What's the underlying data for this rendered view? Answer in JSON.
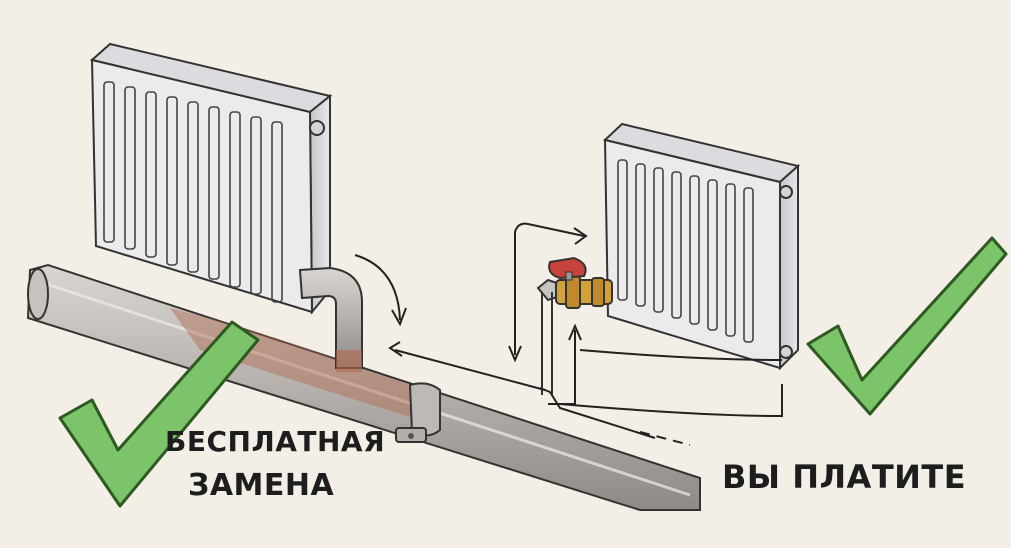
{
  "labels": {
    "free_replacement_line1": "БЕСПЛАТНАЯ",
    "free_replacement_line2": "ЗАМЕНА",
    "you_pay": "ВЫ ПЛАТИТЕ"
  },
  "colors": {
    "background": "#f4efe6",
    "check_fill": "#7cc46a",
    "check_stroke": "#2e5a22",
    "pipe": "#b9b4b0",
    "pipe_rust": "#b0694e",
    "radiator": "#eceaec",
    "valve_handle": "#c6423a",
    "brass": "#d1a23a",
    "ink": "#1d1d1d"
  },
  "icons": {
    "left_check": "checkmark-icon",
    "right_check": "checkmark-icon"
  }
}
